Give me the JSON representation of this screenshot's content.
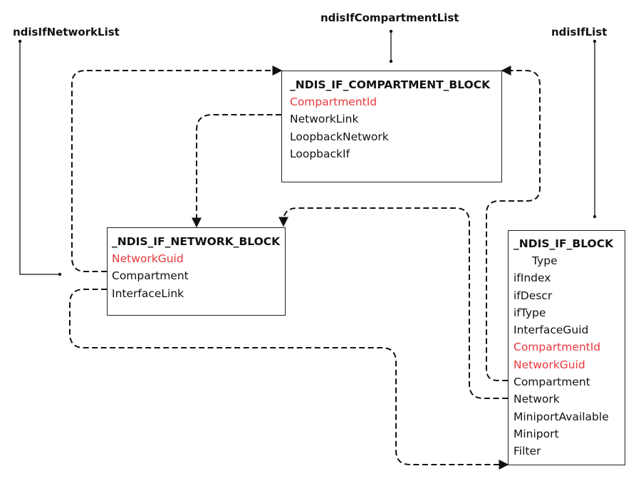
{
  "lists": {
    "network_list": "ndisIfNetworkList",
    "compartment_list": "ndisIfCompartmentList",
    "if_list": "ndisIfList"
  },
  "compartment_block": {
    "title": "_NDIS_IF_COMPARTMENT_BLOCK",
    "fields": [
      {
        "label": "CompartmentId",
        "key": true
      },
      {
        "label": "NetworkLink",
        "key": false
      },
      {
        "label": "LoopbackNetwork",
        "key": false
      },
      {
        "label": "LoopbackIf",
        "key": false
      }
    ]
  },
  "network_block": {
    "title": "_NDIS_IF_NETWORK_BLOCK",
    "fields": [
      {
        "label": "NetworkGuid",
        "key": true
      },
      {
        "label": "Compartment",
        "key": false
      },
      {
        "label": "InterfaceLink",
        "key": false
      }
    ]
  },
  "if_block": {
    "title": "_NDIS_IF_BLOCK",
    "fields": [
      {
        "label": "Type",
        "key": false
      },
      {
        "label": "ifIndex",
        "key": false
      },
      {
        "label": "ifDescr",
        "key": false
      },
      {
        "label": "ifType",
        "key": false
      },
      {
        "label": "InterfaceGuid",
        "key": false
      },
      {
        "label": "CompartmentId",
        "key": true
      },
      {
        "label": "NetworkGuid",
        "key": true
      },
      {
        "label": "Compartment",
        "key": false
      },
      {
        "label": "Network",
        "key": false
      },
      {
        "label": "MiniportAvailable",
        "key": false
      },
      {
        "label": "Miniport",
        "key": false
      },
      {
        "label": "Filter",
        "key": false
      }
    ]
  },
  "colors": {
    "key_field": "#e8383b",
    "line": "#111111",
    "box_border": "#222222"
  }
}
